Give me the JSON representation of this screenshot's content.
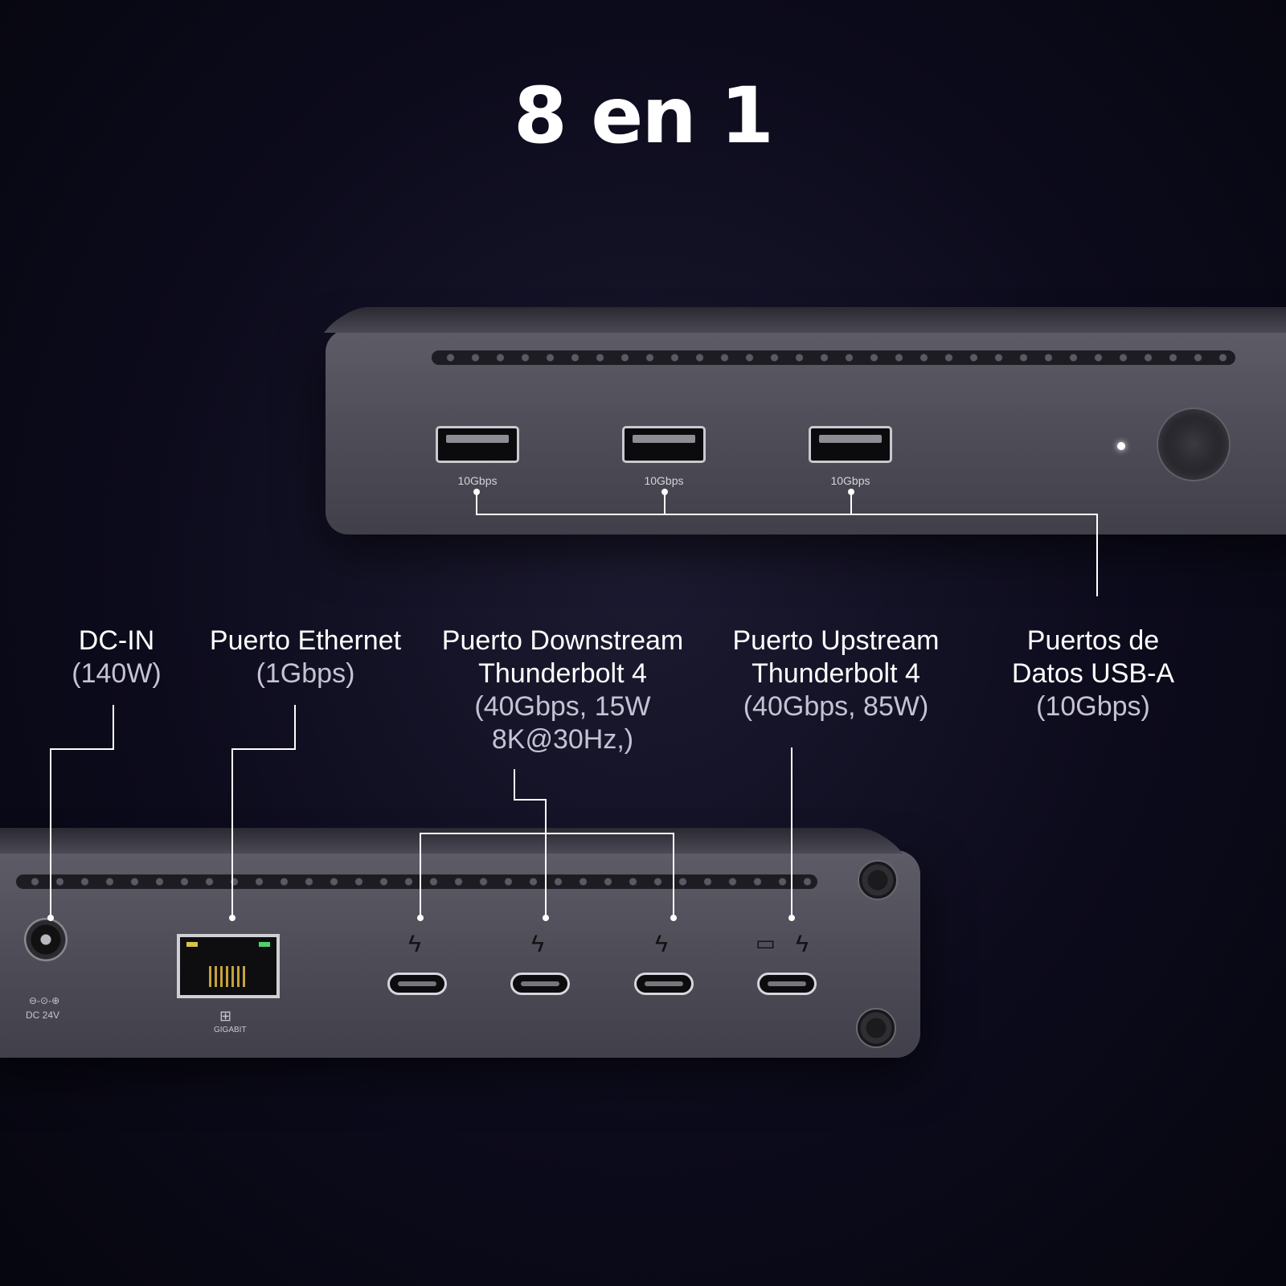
{
  "title": "8 en 1",
  "top_device": {
    "usb_ports": [
      {
        "speed_label": "10Gbps"
      },
      {
        "speed_label": "10Gbps"
      },
      {
        "speed_label": "10Gbps"
      }
    ]
  },
  "bottom_device": {
    "dc_caption": "DC 24V",
    "ethernet_caption": "GIGABIT"
  },
  "labels": {
    "dc_in": {
      "main": "DC-IN",
      "sub": "(140W)"
    },
    "ethernet": {
      "main": "Puerto Ethernet",
      "sub": "(1Gbps)"
    },
    "downstream": {
      "main1": "Puerto Downstream",
      "main2": "Thunderbolt 4",
      "sub1": "(40Gbps,  15W",
      "sub2": "8K@30Hz,)"
    },
    "upstream": {
      "main1": "Puerto Upstream",
      "main2": "Thunderbolt 4",
      "sub1": "(40Gbps, 85W)"
    },
    "usb_a": {
      "main1": "Puertos de",
      "main2": "Datos USB-A",
      "sub1": "(10Gbps)"
    }
  },
  "colors": {
    "background": "#0c0b1c",
    "device": "#4f4e59",
    "callout_line": "#ffffff",
    "sub_text": "#c5c3d2"
  }
}
